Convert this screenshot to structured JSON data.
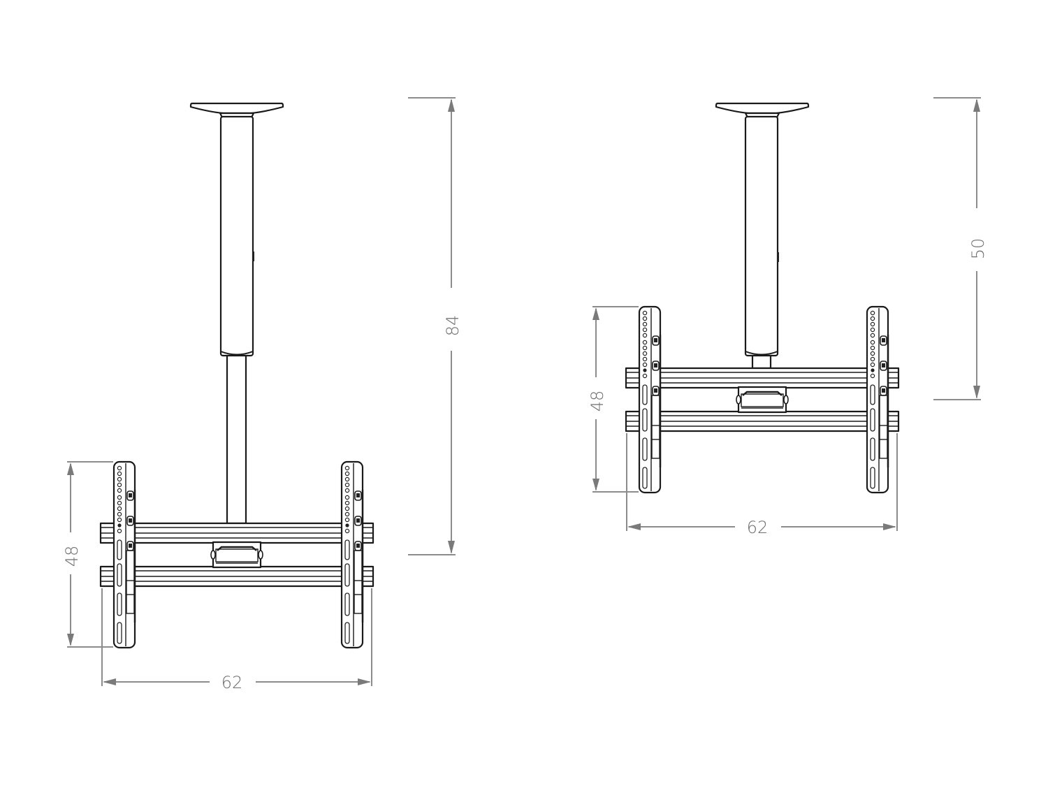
{
  "drawing": {
    "type": "technical-line-drawing",
    "subject": "ceiling TV mount, two extension configurations",
    "line_color": "#1a1a1a",
    "dimension_color": "#8c8c8c",
    "background": "#ffffff"
  },
  "views": [
    {
      "name": "extended",
      "dimensions": {
        "height": "84",
        "bracket_height": "48",
        "bracket_width": "62"
      }
    },
    {
      "name": "retracted",
      "dimensions": {
        "height": "50",
        "bracket_height": "48",
        "bracket_width": "62"
      }
    }
  ]
}
